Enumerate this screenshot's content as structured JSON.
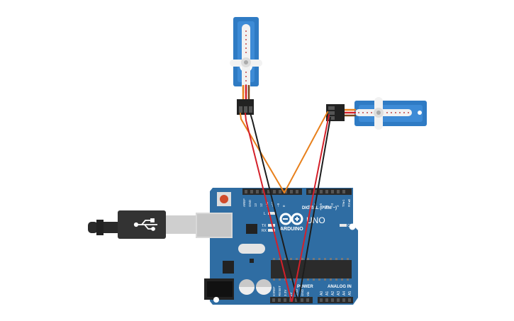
{
  "board": {
    "brand": "ARDUINO",
    "model": "UNO",
    "digital_label": "DIGITAL (PWM ~)",
    "analog_label": "ANALOG IN",
    "power_label": "POWER",
    "aref": "AREF",
    "gnd": "GND",
    "pin_l": "L",
    "tx": "TX",
    "rx": "RX",
    "on": "ON",
    "digital_pins": [
      "13",
      "12",
      "~11",
      "~10",
      "~9",
      "8",
      "7",
      "~6",
      "~5",
      "4",
      "~3",
      "2",
      "TX▸1",
      "RX◂0"
    ],
    "power_pins": [
      "IOREF",
      "RESET",
      "3.3V",
      "5V",
      "GND",
      "GND",
      "Vin"
    ],
    "analog_pins": [
      "A0",
      "A1",
      "A2",
      "A3",
      "A4",
      "A5"
    ]
  },
  "colors": {
    "board": "#2f6da3",
    "servo": "#2f7bc4",
    "wire_orange": "#e8801c",
    "wire_red": "#d4202a",
    "wire_black": "#1d1d1d",
    "usb_cable": "#2a2a2a",
    "usb_plug": "#cfcfcf"
  },
  "icons": [
    "usb-symbol-icon",
    "arduino-infinity-logo-icon"
  ]
}
